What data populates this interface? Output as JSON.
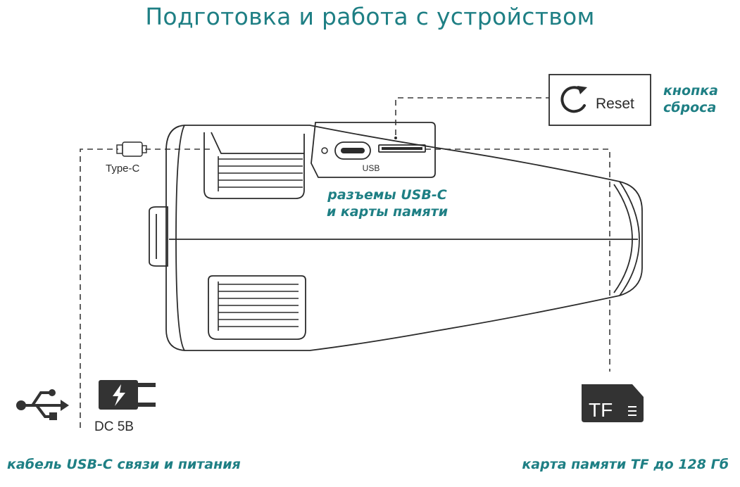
{
  "title": "Подготовка и работа с устройством",
  "labels": {
    "reset_button": "кнопка сброса",
    "reset_button_line1": "кнопка",
    "reset_button_line2": "сброса",
    "ports_line1": "разъемы USB-C",
    "ports_line2": "и карты памяти",
    "cable": "кабель USB-C связи и питания",
    "tf_card": "карта памяти TF до 128 Гб"
  },
  "device": {
    "reset_text": "Reset",
    "usb_port_text": "USB",
    "connector_text": "Type-C",
    "power_text": "DC 5B",
    "tf_text": "TF"
  },
  "icons": [
    "usb-icon",
    "charger-icon",
    "tf-card-icon",
    "reset-icon",
    "type-c-plug-icon"
  ],
  "colors": {
    "accent": "#1e7f84",
    "line": "#3a3a3a",
    "icon": "#333333"
  }
}
